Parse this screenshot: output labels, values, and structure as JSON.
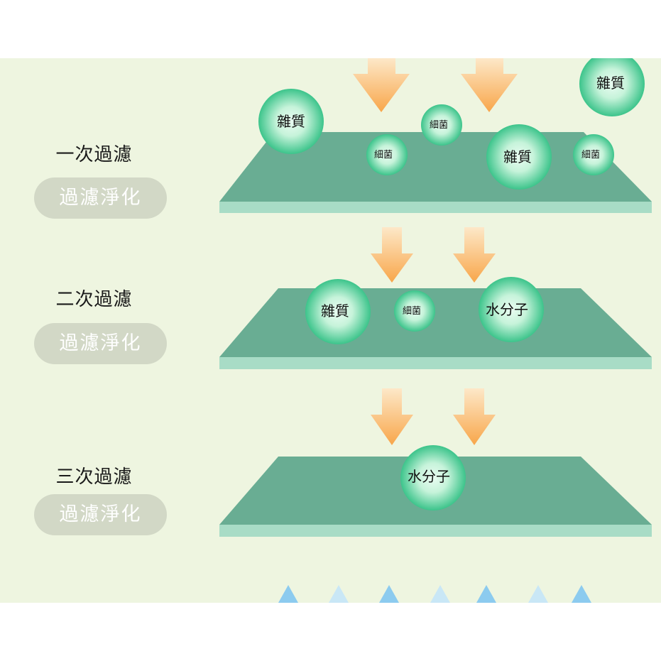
{
  "colors": {
    "panel_bg": "#eef5e0",
    "plate_top": "#69ad93",
    "plate_edge": "#a8dcc6",
    "arrow_top": "#fce3c0",
    "arrow_bottom": "#f8a94f",
    "ball_center": "#e6fbf0",
    "ball_edge": "#3fc58e",
    "pill_bg": "#d2d8c6",
    "drop_dark": "#8ccbef",
    "drop_light": "#c9e7f6"
  },
  "stages": [
    {
      "title": "一次過濾",
      "pill": "過濾淨化"
    },
    {
      "title": "二次過濾",
      "pill": "過濾淨化"
    },
    {
      "title": "三次過濾",
      "pill": "過濾淨化"
    }
  ],
  "particles": {
    "layer1": [
      "雜質",
      "細菌",
      "細菌",
      "雜質",
      "細菌",
      "雜質"
    ],
    "layer2": [
      "雜質",
      "細菌",
      "水分子"
    ],
    "layer3": [
      "水分子"
    ]
  }
}
